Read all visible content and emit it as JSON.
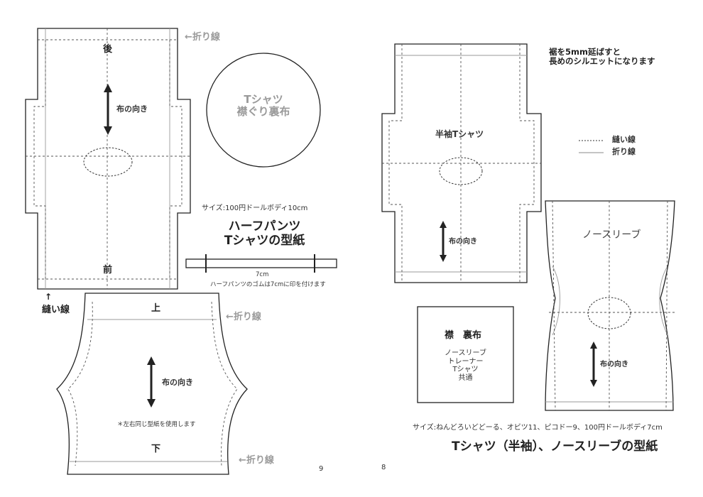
{
  "pages": {
    "left_number": "9",
    "right_number": "8"
  },
  "left": {
    "fold_label": "←折り線",
    "back_label": "後",
    "front_label": "前",
    "grain_label": "布の向き",
    "circle_line1": "Tシャツ",
    "circle_line2": "襟ぐり裏布",
    "size_note": "サイズ:100円ドールボディ10cm",
    "title_line1": "ハーフパンツ",
    "title_line2": "Tシャツの型紙",
    "elastic_measure": "7cm",
    "elastic_note": "ハーフパンツのゴムは7cmに印を付けます",
    "seam_arrow": "↑",
    "seam_label": "縫い線",
    "pants_top_label": "上",
    "pants_bottom_label": "下",
    "pants_grain_label": "布の向き",
    "pants_note": "＊左右同じ型紙を使用します",
    "pants_fold_label_top": "←折り線",
    "pants_fold_label_bottom": "←折り線"
  },
  "right": {
    "hem_note_line1": "裾を5mm延ばすと",
    "hem_note_line2": "長めのシルエットになります",
    "legend": {
      "seam": "縫い線",
      "fold": "折り線"
    },
    "tshirt_label": "半袖Tシャツ",
    "tshirt_grain_label": "布の向き",
    "sleeveless_label": "ノースリーブ",
    "sleeveless_grain_label": "布の向き",
    "facing_title": "襟　裏布",
    "facing_items": [
      "ノースリーブ",
      "トレーナー",
      "Tシャツ",
      "共通"
    ],
    "size_note": "サイズ:ねんどろいどどーる、オビツ11、ピコドー9、100円ドールボディ7cm",
    "title": "Tシャツ（半袖）、ノースリーブの型紙"
  }
}
